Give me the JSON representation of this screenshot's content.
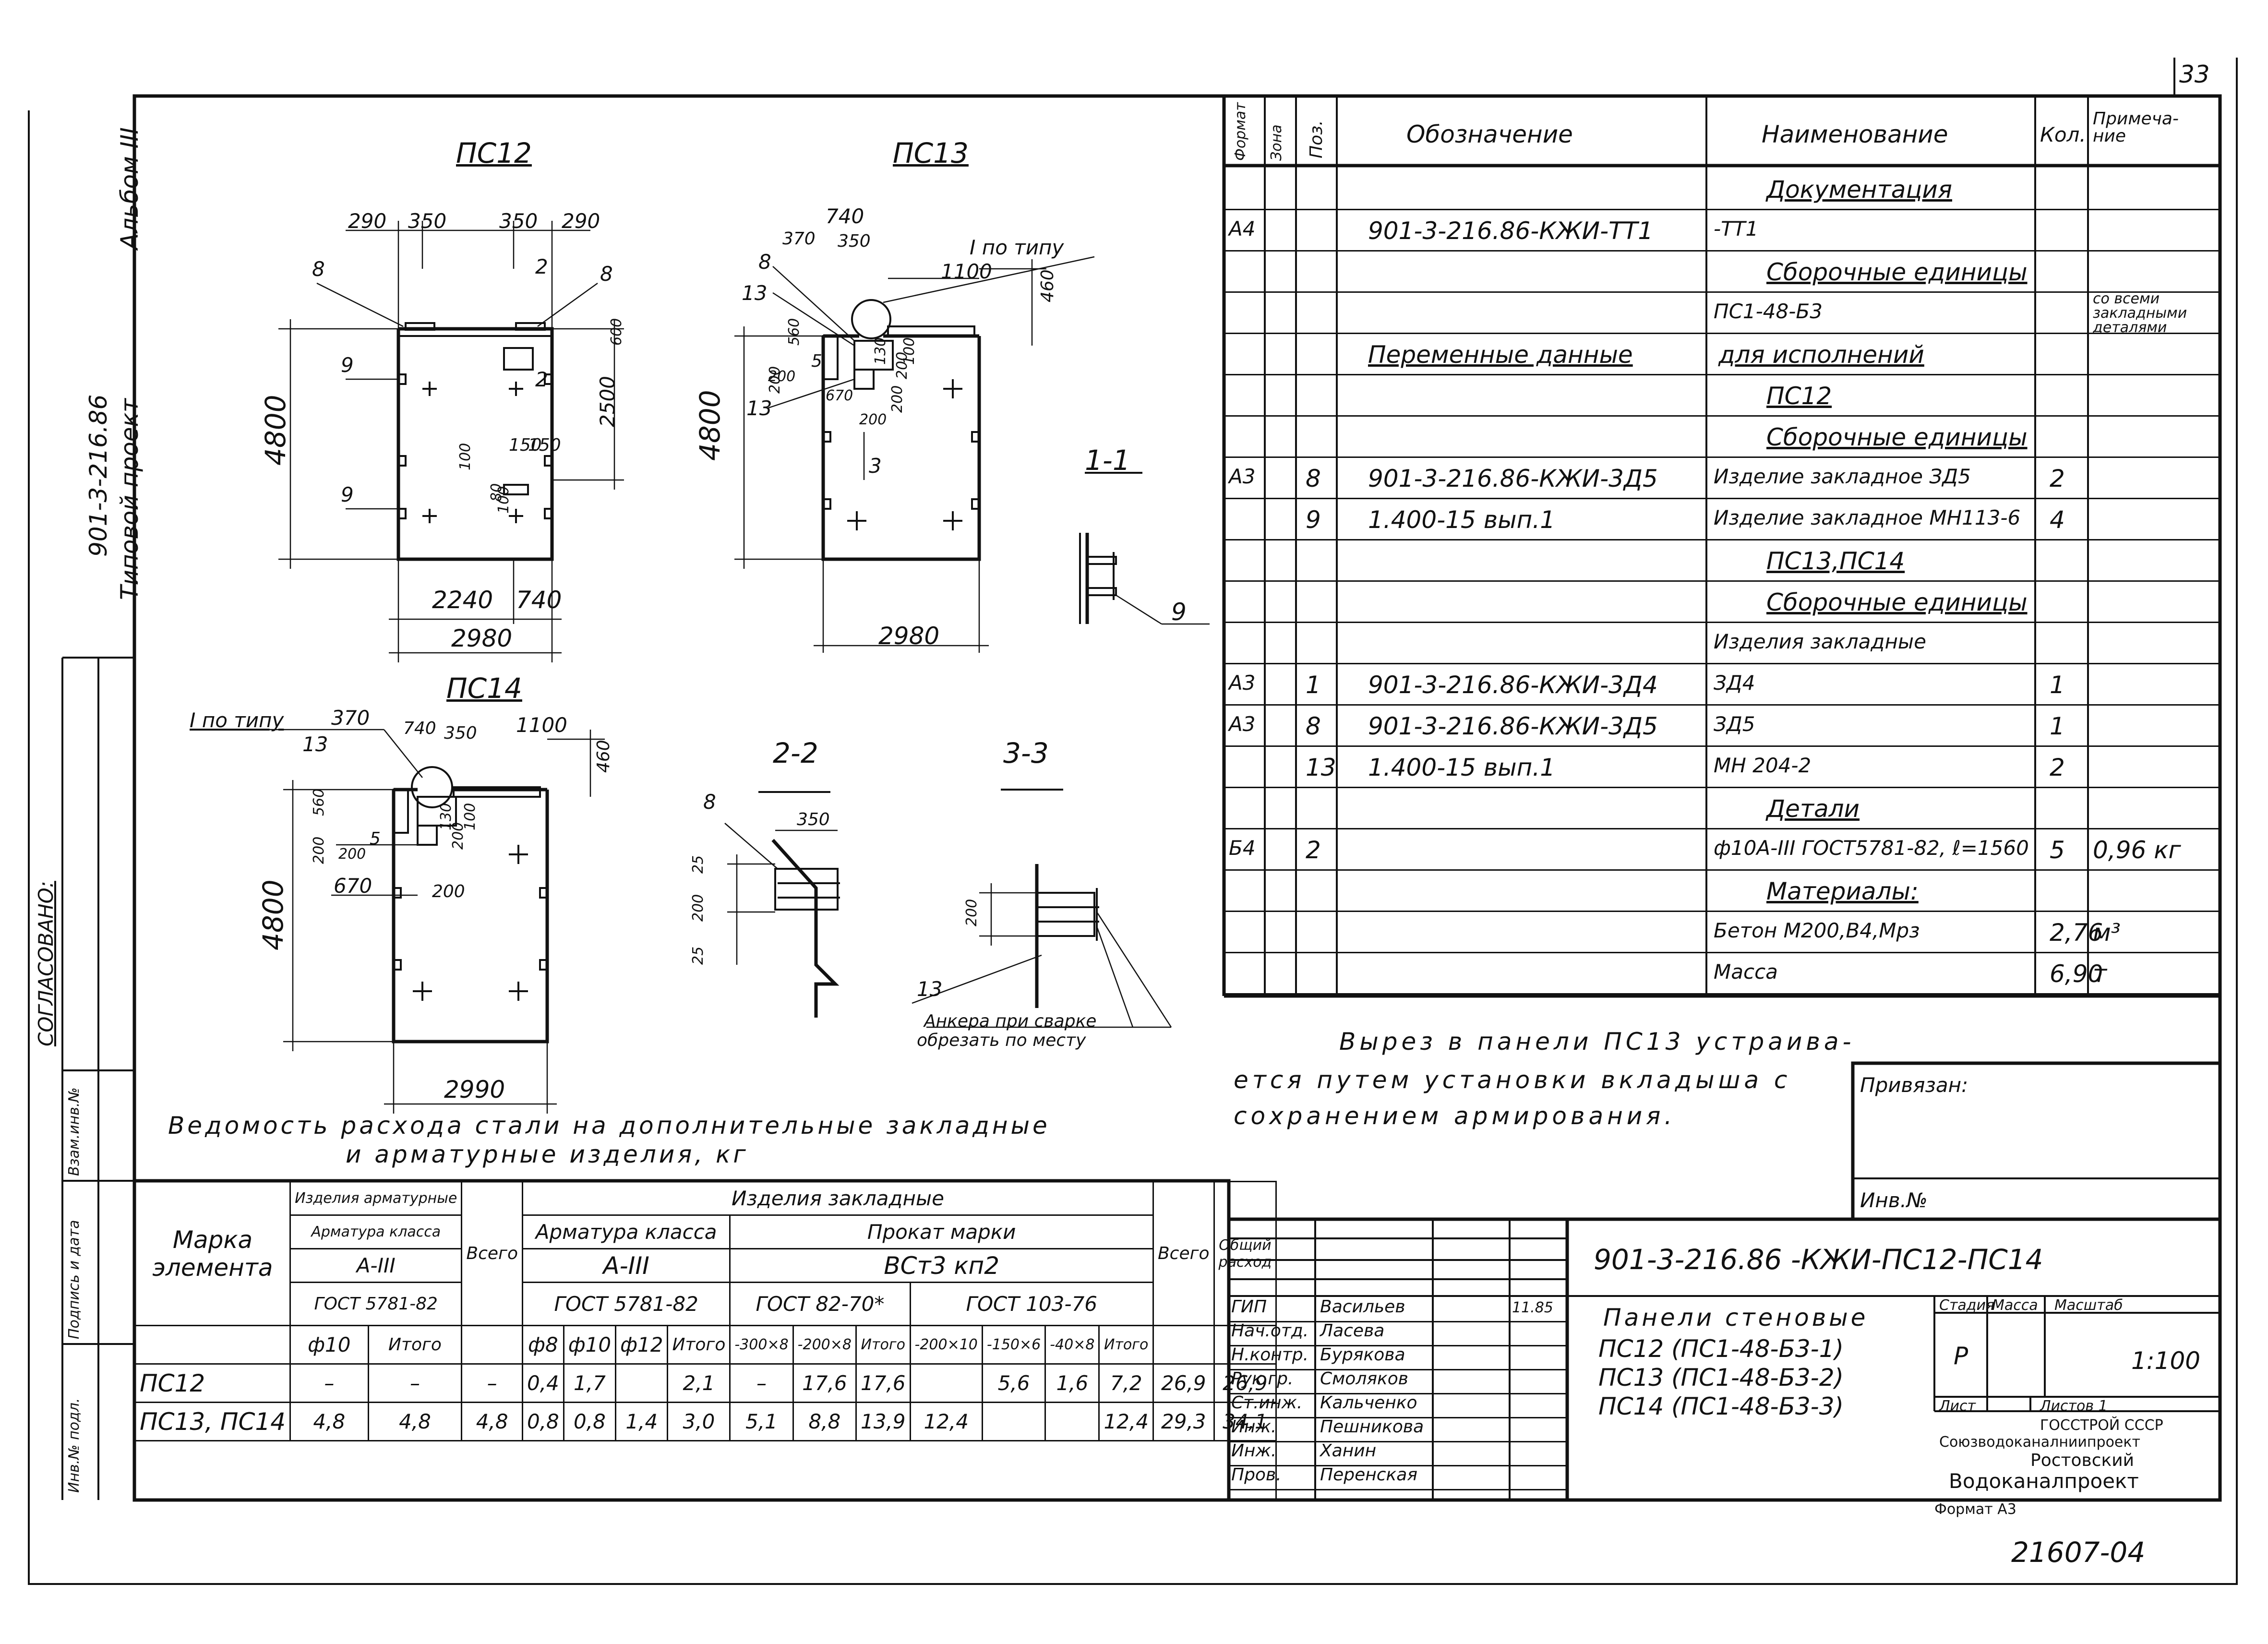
{
  "sheet_number": "33",
  "album": "Альбом III",
  "project_code": "901-3-216.86",
  "project_type": "Типовой проект",
  "margin_labels": {
    "agreed": "СОГЛАСОВАНО:",
    "inv_podl": "Инв.№ подл.",
    "sign_date": "Подпись и дата",
    "vzam": "Взам.инв.№"
  },
  "drawings": {
    "pc12": {
      "title": "ПС12",
      "dims": [
        "290",
        "350",
        "350",
        "290",
        "8",
        "2",
        "8",
        "9",
        "9",
        "4800",
        "2500",
        "600",
        "150",
        "150",
        "100",
        "100",
        "80",
        "2240",
        "740",
        "2980",
        "2"
      ]
    },
    "pc13": {
      "title": "ПС13",
      "callout": "I по типу",
      "dims": [
        "740",
        "370",
        "350",
        "8",
        "1100",
        "460",
        "13",
        "560",
        "200",
        "5",
        "200",
        "200",
        "200",
        "130",
        "100",
        "670",
        "200",
        "13",
        "4800",
        "3",
        "2980"
      ]
    },
    "pc14": {
      "title": "ПС14",
      "callout": "I по типу",
      "dims": [
        "370",
        "740",
        "350",
        "1100",
        "460",
        "13",
        "560",
        "200",
        "5",
        "200",
        "200",
        "670",
        "200",
        "4800",
        "2990",
        "130",
        "100"
      ]
    },
    "s11": {
      "title": "1-1",
      "dims": [
        "9"
      ]
    },
    "s22": {
      "title": "2-2",
      "dims": [
        "8",
        "350",
        "25",
        "200",
        "25"
      ]
    },
    "s33": {
      "title": "3-3",
      "dims": [
        "200",
        "13"
      ],
      "note_l1": "Анкера при сварке",
      "note_l2": "обрезать по месту"
    }
  },
  "spec": {
    "headers": {
      "format": "Формат",
      "zone": "Зона",
      "pos": "Поз.",
      "designation": "Обозначение",
      "name": "Наименование",
      "qty": "Кол.",
      "note": "Примеча- ние"
    },
    "rows": [
      {
        "f": "",
        "z": "",
        "p": "",
        "d": "",
        "n": "Документация",
        "q": "",
        "nt": "",
        "h": 1
      },
      {
        "f": "А4",
        "z": "",
        "p": "",
        "d": "901-3-216.86-КЖИ-ТТ1",
        "n": "-ТТ1",
        "q": "",
        "nt": ""
      },
      {
        "f": "",
        "z": "",
        "p": "",
        "d": "",
        "n": "Сборочные единицы",
        "q": "",
        "nt": "",
        "h": 1
      },
      {
        "f": "",
        "z": "",
        "p": "",
        "d": "",
        "n": "ПС1-48-Б3",
        "q": "",
        "nt": "со всеми закладными деталями"
      },
      {
        "f": "",
        "z": "",
        "p": "",
        "d": "Переменные данные",
        "n": "для исполнений",
        "q": "",
        "nt": "",
        "h": 2
      },
      {
        "f": "",
        "z": "",
        "p": "",
        "d": "",
        "n": "ПС12",
        "q": "",
        "nt": "",
        "h": 1
      },
      {
        "f": "",
        "z": "",
        "p": "",
        "d": "",
        "n": "Сборочные единицы",
        "q": "",
        "nt": "",
        "h": 1
      },
      {
        "f": "А3",
        "z": "",
        "p": "8",
        "d": "901-3-216.86-КЖИ-3Д5",
        "n": "Изделие закладное ЗД5",
        "q": "2",
        "nt": ""
      },
      {
        "f": "",
        "z": "",
        "p": "9",
        "d": "1.400-15 вып.1",
        "n": "Изделие закладное МН113-6",
        "q": "4",
        "nt": ""
      },
      {
        "f": "",
        "z": "",
        "p": "",
        "d": "",
        "n": "ПС13,ПС14",
        "q": "",
        "nt": "",
        "h": 1
      },
      {
        "f": "",
        "z": "",
        "p": "",
        "d": "",
        "n": "Сборочные единицы",
        "q": "",
        "nt": "",
        "h": 1
      },
      {
        "f": "",
        "z": "",
        "p": "",
        "d": "",
        "n": "Изделия закладные",
        "q": "",
        "nt": ""
      },
      {
        "f": "А3",
        "z": "",
        "p": "1",
        "d": "901-3-216.86-КЖИ-3Д4",
        "n": "ЗД4",
        "q": "1",
        "nt": ""
      },
      {
        "f": "А3",
        "z": "",
        "p": "8",
        "d": "901-3-216.86-КЖИ-3Д5",
        "n": "ЗД5",
        "q": "1",
        "nt": ""
      },
      {
        "f": "",
        "z": "",
        "p": "13",
        "d": "1.400-15 вып.1",
        "n": "МН 204-2",
        "q": "2",
        "nt": ""
      },
      {
        "f": "",
        "z": "",
        "p": "",
        "d": "",
        "n": "Детали",
        "q": "",
        "nt": "",
        "h": 1
      },
      {
        "f": "Б4",
        "z": "",
        "p": "2",
        "d": "",
        "n": "ф10А-III ГОСТ5781-82, ℓ=1560",
        "q": "5",
        "nt": "0,96 кг"
      },
      {
        "f": "",
        "z": "",
        "p": "",
        "d": "",
        "n": "Материалы:",
        "q": "",
        "nt": "",
        "h": 1
      },
      {
        "f": "",
        "z": "",
        "p": "",
        "d": "",
        "n": "Бетон М200,В4,Мрз",
        "q": "2,76",
        "nt": "м³"
      },
      {
        "f": "",
        "z": "",
        "p": "",
        "d": "",
        "n": "Масса",
        "q": "6,90",
        "nt": "т"
      }
    ]
  },
  "note": {
    "l1": "Вырез в панели ПС13 устраива-",
    "l2": "ется путем установки вкладыша с",
    "l3": "сохранением армирования."
  },
  "privyazan": {
    "label": "Привязан:",
    "inv": "Инв.№"
  },
  "steel": {
    "title_l1": "Ведомость расхода стали на дополнительные закладные",
    "title_l2": "и арматурные изделия, кг",
    "h_mark": "Марка элемента",
    "h_armatura_izd": "Изделия арматурные",
    "h_armatura_klassa": "Арматура класса",
    "h_a3": "А-III",
    "h_gost5781": "ГОСТ 5781-82",
    "h_f10": "ф10",
    "h_itogo": "Итого",
    "h_vsego": "Всего",
    "h_zakl": "Изделия закладные",
    "h_arm_kl": "Арматура класса",
    "h_a3b": "А-III",
    "h_gost5781b": "ГОСТ 5781-82",
    "h_f8": "ф8",
    "h_f10b": "ф10",
    "h_f12": "ф12",
    "h_itogo2": "Итого",
    "h_prokat": "Прокат марки",
    "h_vst": "ВСт3 кп2",
    "h_gost82": "ГОСТ 82-70*",
    "h_gost103": "ГОСТ 103-76",
    "h_300": "-300×8",
    "h_200a": "-200×8",
    "h_itogo3": "Итого",
    "h_200b": "-200×10",
    "h_150": "-150×6",
    "h_40": "-40×8",
    "h_itogo4": "Итого",
    "h_vsego2": "Всего",
    "h_obsh": "Общий расход",
    "rows": [
      [
        "ПС12",
        "–",
        "–",
        "–",
        "0,4",
        "1,7",
        "",
        "2,1",
        "–",
        "17,6",
        "17,6",
        "",
        "5,6",
        "1,6",
        "7,2",
        "26,9",
        "26,9"
      ],
      [
        "ПС13, ПС14",
        "4,8",
        "4,8",
        "4,8",
        "0,8",
        "0,8",
        "1,4",
        "3,0",
        "5,1",
        "8,8",
        "13,9",
        "12,4",
        "",
        "",
        "12,4",
        "29,3",
        "34,1"
      ]
    ]
  },
  "stamp": {
    "code": "901-3-216.86 -КЖИ-ПС12-ПС14",
    "title": "Панели стеновые",
    "items": [
      "ПС12 (ПС1-48-Б3-1)",
      "ПС13 (ПС1-48-Б3-2)",
      "ПС14 (ПС1-48-Б3-3)"
    ],
    "stage_h": "Стадия",
    "mass_h": "Масса",
    "scale_h": "Масштаб",
    "stage": "Р",
    "scale": "1:100",
    "list": "Лист",
    "listov": "Листов 1",
    "org1": "ГОССТРОЙ СССР",
    "org2": "Союзводоканалниипроект",
    "org3": "Ростовский",
    "org4": "Водоканалпроект",
    "people": [
      [
        "ГИП",
        "Васильев"
      ],
      [
        "Нач.отд.",
        "Ласева"
      ],
      [
        "Н.контр.",
        "Бурякова"
      ],
      [
        "Рук.гр.",
        "Смоляков"
      ],
      [
        "Ст.инж.",
        "Кальченко"
      ],
      [
        "Инж.",
        "Пешникова"
      ],
      [
        "Инж.",
        "Ханин"
      ],
      [
        "Пров.",
        "Перенская"
      ]
    ],
    "date": "11.85",
    "format": "Формат А3",
    "archive": "21607-04"
  }
}
